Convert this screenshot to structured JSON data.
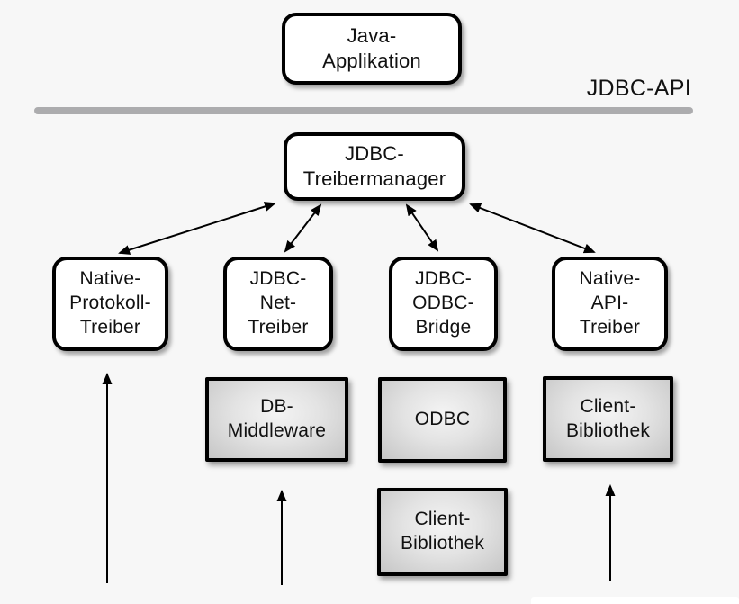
{
  "background": "#f7f7f7",
  "colors": {
    "box_border": "#000000",
    "white_box_fill": "#ffffff",
    "gray_box_fill": "#d6d6d6",
    "divider_line": "#acacae",
    "text": "#111111"
  },
  "api_divider": {
    "label": "JDBC-API"
  },
  "nodes": {
    "java_application": {
      "label": "Java-\nApplikation"
    },
    "jdbc_treibermanager": {
      "label": "JDBC-\nTreibermanager"
    },
    "native_protokoll_treiber": {
      "label": "Native-\nProtokoll-\nTreiber"
    },
    "jdbc_net_treiber": {
      "label": "JDBC-\nNet-\nTreiber"
    },
    "jdbc_odbc_bridge": {
      "label": "JDBC-\nODBC-\nBridge"
    },
    "native_api_treiber": {
      "label": "Native-\nAPI-\nTreiber"
    },
    "db_middleware": {
      "label": "DB-\nMiddleware"
    },
    "odbc": {
      "label": "ODBC"
    },
    "client_bibliothek_native": {
      "label": "Client-\nBibliothek"
    },
    "client_bibliothek_odbc": {
      "label": "Client-\nBibliothek"
    }
  },
  "connections": [
    {
      "from": "jdbc_treibermanager",
      "to": "native_protokoll_treiber",
      "type": "bidirectional-arrow"
    },
    {
      "from": "jdbc_treibermanager",
      "to": "jdbc_net_treiber",
      "type": "bidirectional-arrow"
    },
    {
      "from": "jdbc_treibermanager",
      "to": "jdbc_odbc_bridge",
      "type": "bidirectional-arrow"
    },
    {
      "from": "jdbc_treibermanager",
      "to": "native_api_treiber",
      "type": "bidirectional-arrow"
    },
    {
      "from": "bottom-edge",
      "to": "native_protokoll_treiber",
      "type": "up-arrow"
    },
    {
      "from": "bottom-edge",
      "to": "db_middleware",
      "type": "up-arrow"
    },
    {
      "from": "bottom-edge",
      "to": "client_bibliothek_native",
      "type": "up-arrow"
    }
  ]
}
